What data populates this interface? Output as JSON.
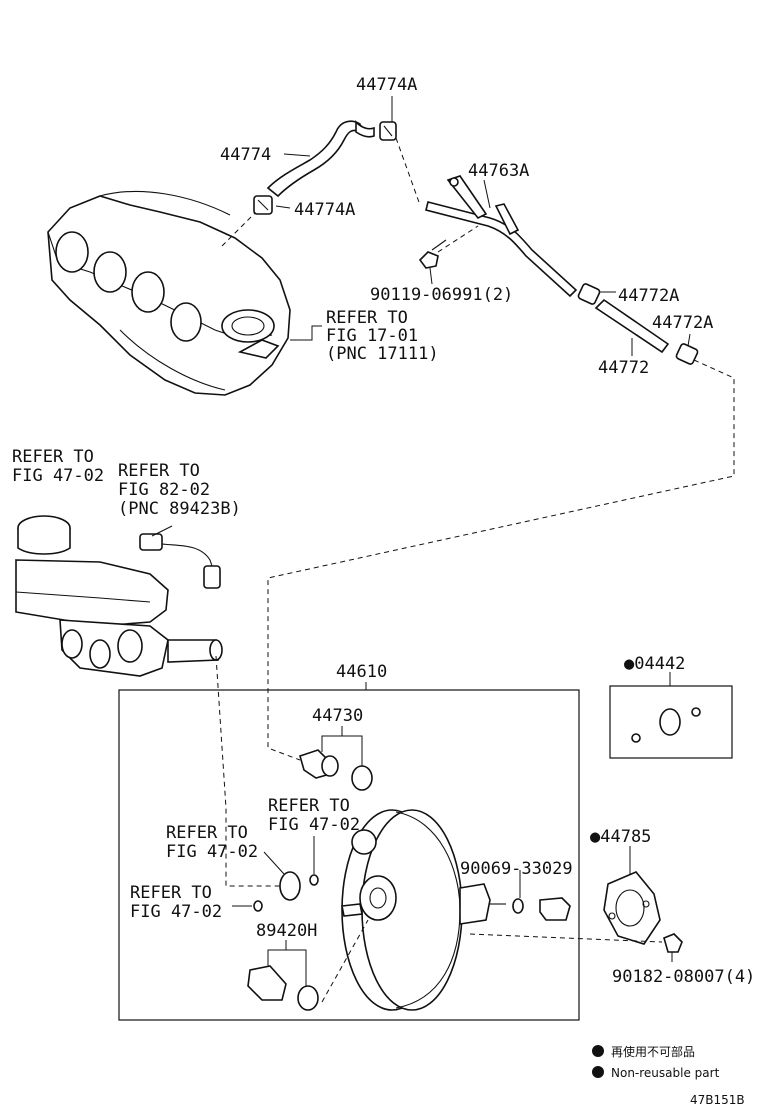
{
  "labels": {
    "p44774A_top": "44774A",
    "p44774": "44774",
    "p44774A_bot": "44774A",
    "p44763A": "44763A",
    "p90119": "90119-06991(2)",
    "p44772A_1": "44772A",
    "p44772A_2": "44772A",
    "p44772": "44772",
    "ref1701_l1": "REFER TO",
    "ref1701_l2": "FIG 17-01",
    "ref1701_l3": "(PNC 17111)",
    "ref4702a_l1": "REFER TO",
    "ref4702a_l2": "FIG 47-02",
    "ref8202_l1": "REFER TO",
    "ref8202_l2": "FIG 82-02",
    "ref8202_l3": "(PNC 89423B)",
    "p44610": "44610",
    "p44730": "44730",
    "ref4702b_l1": "REFER TO",
    "ref4702b_l2": "FIG 47-02",
    "ref4702c_l1": "REFER TO",
    "ref4702c_l2": "FIG 47-02",
    "ref4702d_l1": "REFER TO",
    "ref4702d_l2": "FIG 47-02",
    "p89420H": "89420H",
    "p04442": "●04442",
    "p44785": "●44785",
    "p90069": "90069-33029",
    "p90182": "90182-08007(4)"
  },
  "legend": {
    "jp": "再使用不可部品",
    "en": "Non-reusable part"
  },
  "diagram_code": "47B151B",
  "colors": {
    "ink": "#111111",
    "paper": "#ffffff"
  }
}
